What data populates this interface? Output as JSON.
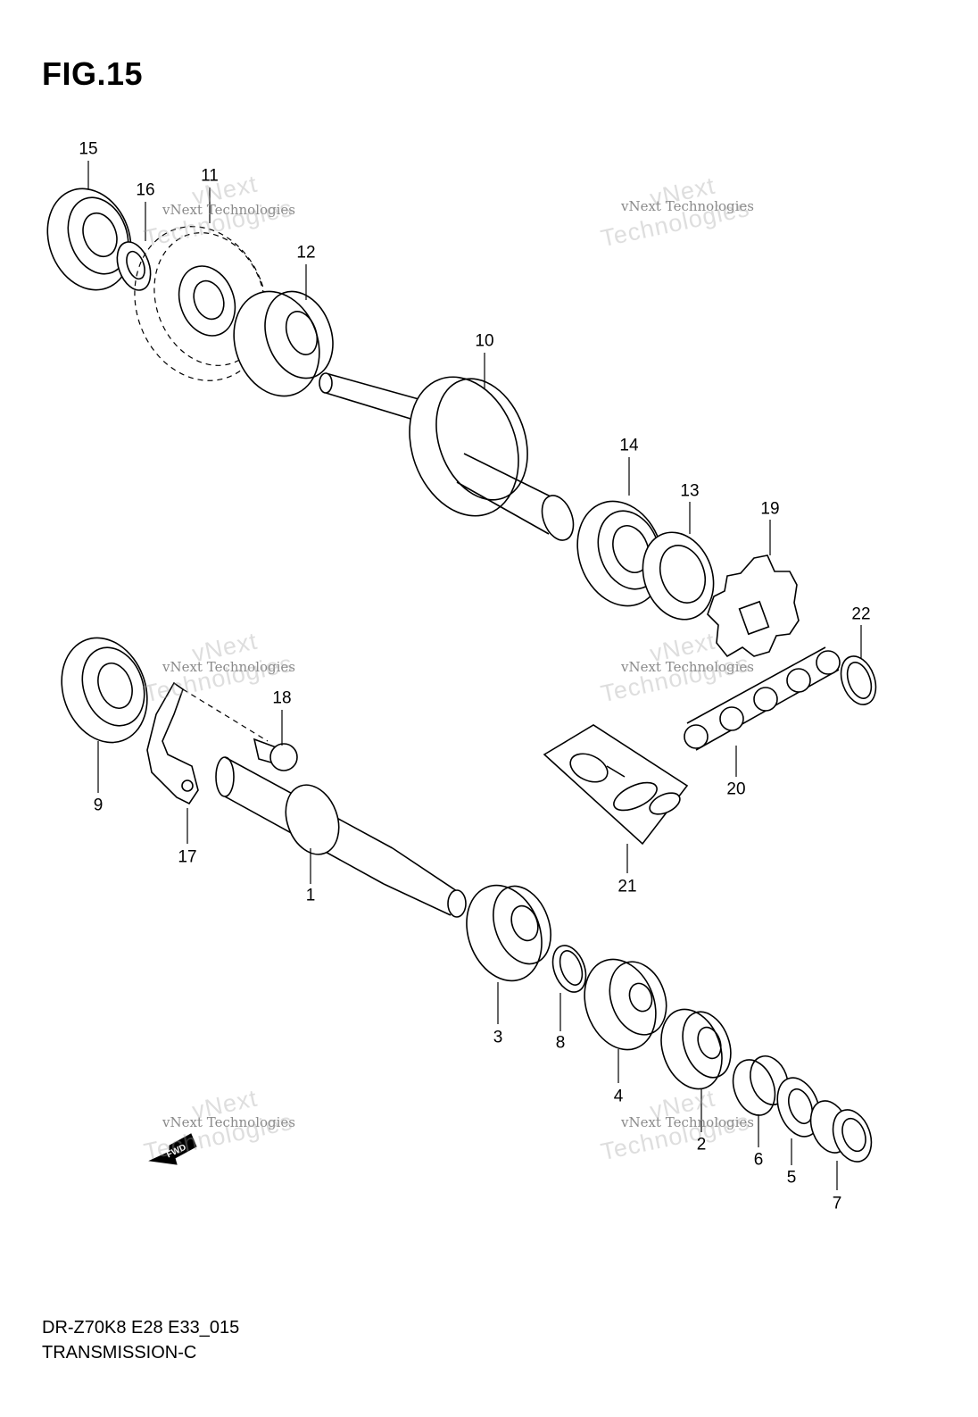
{
  "figure": {
    "title": "FIG.15",
    "model_code": "DR-Z70K8 E28 E33_015",
    "section": "TRANSMISSION-C"
  },
  "callouts": [
    {
      "id": "1",
      "label": "1"
    },
    {
      "id": "2",
      "label": "2"
    },
    {
      "id": "3",
      "label": "3"
    },
    {
      "id": "4",
      "label": "4"
    },
    {
      "id": "5",
      "label": "5"
    },
    {
      "id": "6",
      "label": "6"
    },
    {
      "id": "7",
      "label": "7"
    },
    {
      "id": "8",
      "label": "8"
    },
    {
      "id": "9",
      "label": "9"
    },
    {
      "id": "10",
      "label": "10"
    },
    {
      "id": "11",
      "label": "11"
    },
    {
      "id": "12",
      "label": "12"
    },
    {
      "id": "13",
      "label": "13"
    },
    {
      "id": "14",
      "label": "14"
    },
    {
      "id": "15",
      "label": "15"
    },
    {
      "id": "16",
      "label": "16"
    },
    {
      "id": "17",
      "label": "17"
    },
    {
      "id": "18",
      "label": "18"
    },
    {
      "id": "19",
      "label": "19"
    },
    {
      "id": "20",
      "label": "20"
    },
    {
      "id": "21",
      "label": "21"
    },
    {
      "id": "22",
      "label": "22"
    }
  ],
  "watermark": {
    "small_text": "vNext Technologies",
    "large_line1": "vNext",
    "large_line2": "Technologies"
  },
  "front_arrow_label": "FWD"
}
